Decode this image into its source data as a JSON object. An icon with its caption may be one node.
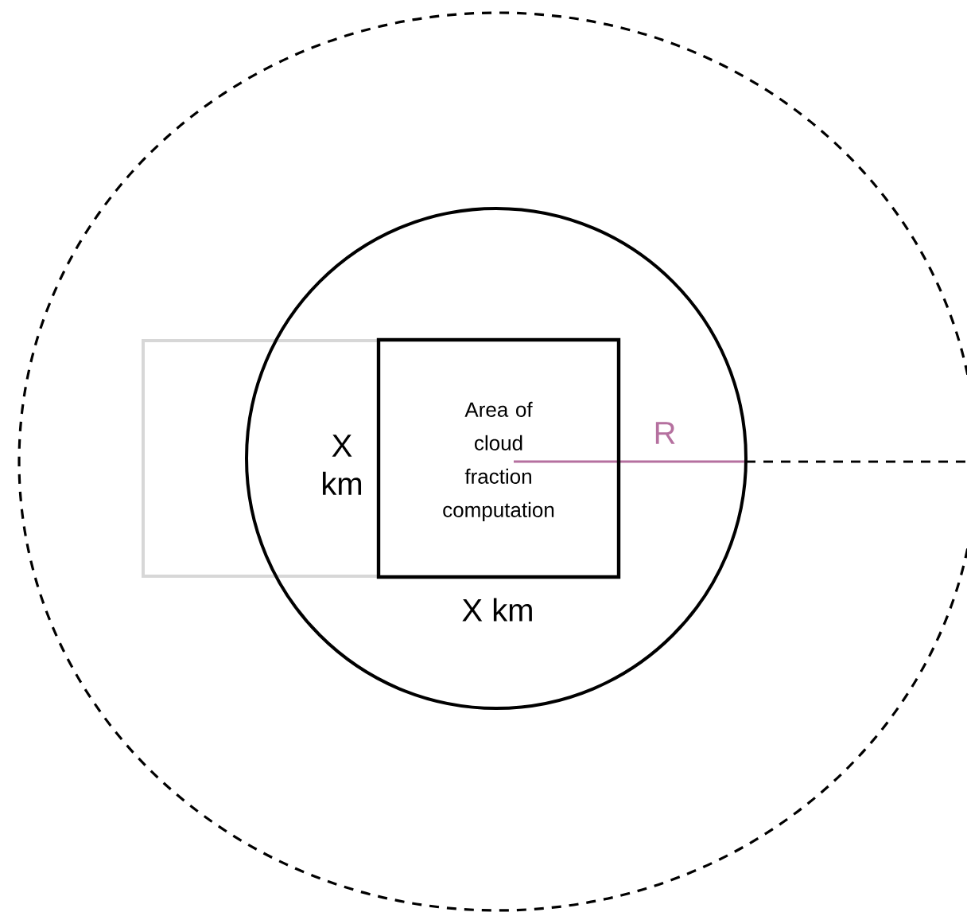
{
  "diagram": {
    "nodes": [
      {
        "text": [
          "Area of cloud fraction computation"
        ]
      }
    ],
    "edges": [],
    "labels": [
      "X km",
      "R",
      "X km"
    ]
  }
}
